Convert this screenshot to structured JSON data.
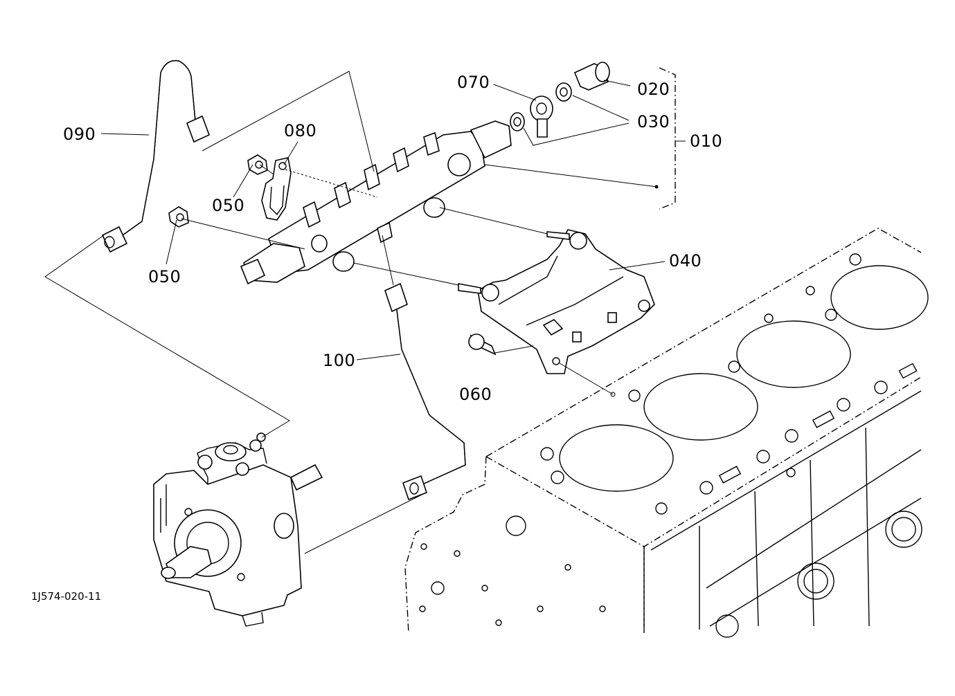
{
  "diagram": {
    "document_code": "1J574-020-11",
    "callouts": {
      "p010": "010",
      "p020": "020",
      "p030": "030",
      "p040": "040",
      "p050_upper": "050",
      "p050_lower": "050",
      "p060": "060",
      "p070": "070",
      "p080": "080",
      "p090": "090",
      "p100": "100"
    }
  }
}
